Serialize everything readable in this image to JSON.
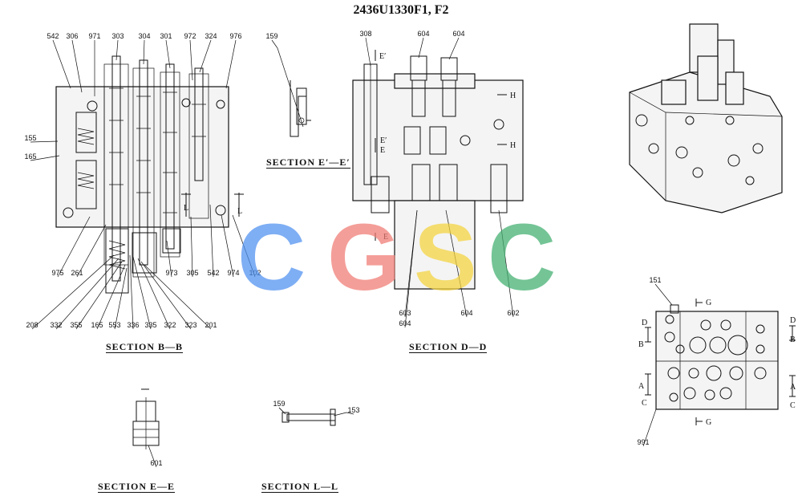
{
  "title": "2436U1330F1, F2",
  "sections": {
    "bb": "SECTION B—B",
    "dd": "SECTION D—D",
    "ee_prime": "SECTION E′—E′",
    "ee": "SECTION E—E",
    "ll": "SECTION L—L"
  },
  "callouts": {
    "bb_top": [
      "542",
      "306",
      "971",
      "303",
      "304",
      "301",
      "972",
      "324",
      "976"
    ],
    "bb_left": [
      "155",
      "165",
      "975",
      "261"
    ],
    "bb_bottom": [
      "208",
      "332",
      "355",
      "165",
      "553",
      "336",
      "335",
      "322",
      "323",
      "201"
    ],
    "bb_right": [
      "973",
      "305",
      "542",
      "974",
      "102"
    ],
    "eprime": "159",
    "dd_top": [
      "308",
      "604",
      "604"
    ],
    "dd_bottom": [
      "603",
      "604",
      "604",
      "602"
    ],
    "ee": "601",
    "ll": [
      "159",
      "153"
    ],
    "face_top": "151",
    "face_bottom": "991"
  },
  "cut_labels": {
    "E_prime": "E′",
    "E": "E",
    "H": "H",
    "L": "L",
    "G": "G",
    "D": "D",
    "B": "B",
    "A": "A",
    "C": "C"
  },
  "watermark": {
    "letters": [
      "C",
      "G",
      "S",
      "C"
    ],
    "colors": [
      "#4d8ff0",
      "#f07a72",
      "#f5d33c",
      "#3fae6e"
    ]
  }
}
